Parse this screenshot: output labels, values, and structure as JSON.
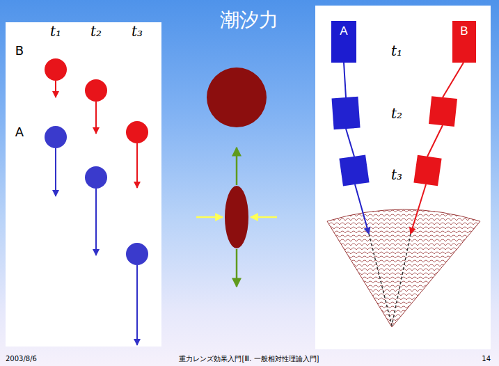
{
  "diagram": {
    "title": "潮汐力",
    "nodes": [
      {
        "text": [
          "A"
        ]
      },
      {
        "text": [
          "B"
        ]
      }
    ],
    "labels": [
      "t₁",
      "t₂",
      "t₃",
      "B",
      "A",
      "t₁",
      "t₂",
      "t₃",
      "2003/8/6",
      "重力レンズ効果入門[Ⅲ. 一般相対性理論入門]",
      "14"
    ]
  }
}
